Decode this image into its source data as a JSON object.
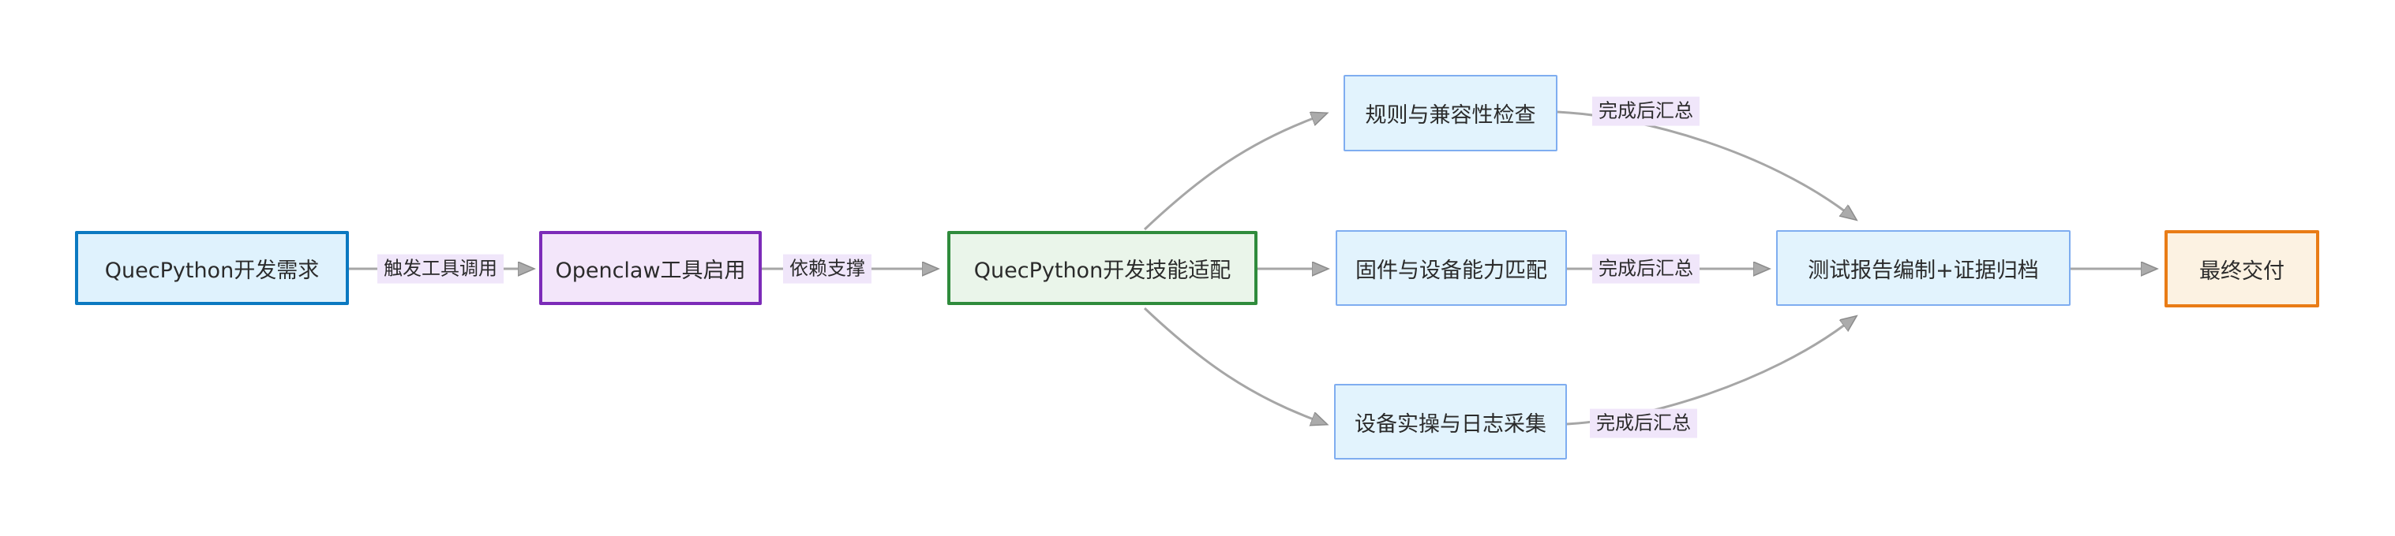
{
  "diagram": {
    "type": "flowchart-left-to-right",
    "nodes": {
      "request": {
        "label": "QuecPython开发需求",
        "style": "blue"
      },
      "tool": {
        "label": "Openclaw工具启用",
        "style": "purple"
      },
      "adapt": {
        "label": "QuecPython开发技能适配",
        "style": "green"
      },
      "check": {
        "label": "规则与兼容性检查",
        "style": "task"
      },
      "firmware": {
        "label": "固件与设备能力匹配",
        "style": "task"
      },
      "device": {
        "label": "设备实操与日志采集",
        "style": "task"
      },
      "report": {
        "label": "测试报告编制+证据归档",
        "style": "task"
      },
      "delivery": {
        "label": "最终交付",
        "style": "orange"
      }
    },
    "edges": {
      "trigger": {
        "label": "触发工具调用",
        "from": "request",
        "to": "tool"
      },
      "depend": {
        "label": "依赖支撑",
        "from": "tool",
        "to": "adapt"
      },
      "fan_check": {
        "label": "",
        "from": "adapt",
        "to": "check"
      },
      "fan_firmware": {
        "label": "",
        "from": "adapt",
        "to": "firmware"
      },
      "fan_device": {
        "label": "",
        "from": "adapt",
        "to": "device"
      },
      "sum_check": {
        "label": "完成后汇总",
        "from": "check",
        "to": "report"
      },
      "sum_firmware": {
        "label": "完成后汇总",
        "from": "firmware",
        "to": "report"
      },
      "sum_device": {
        "label": "完成后汇总",
        "from": "device",
        "to": "report"
      },
      "final": {
        "label": "",
        "from": "report",
        "to": "delivery"
      }
    },
    "colors": {
      "bg": "#ffffff",
      "text": "#2b2b2b",
      "node_blue_border": "#0b79c1",
      "node_blue_fill": "#dff2fd",
      "node_purple_border": "#7c2bb8",
      "node_purple_fill": "#f3e6fa",
      "node_green_border": "#2f8b3c",
      "node_green_fill": "#eaf5ea",
      "node_task_border": "#7fadf0",
      "node_task_fill": "#e2f3fd",
      "node_orange_border": "#e97c16",
      "node_orange_fill": "#fcf2e2",
      "label_bg": "#f0e6fa",
      "edge_line": "#a6a6a6",
      "arrowhead": "#ababab"
    }
  }
}
